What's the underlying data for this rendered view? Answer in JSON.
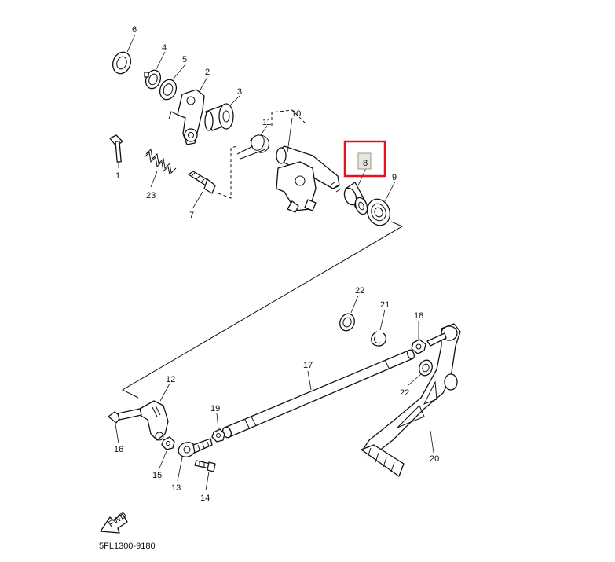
{
  "diagram": {
    "code": "5FL1300-9180",
    "fwd_label": "FWD",
    "highlight_color": "#e0141e",
    "selected_part": "8",
    "parts": [
      {
        "id": "p1",
        "label": "1"
      },
      {
        "id": "p2",
        "label": "2"
      },
      {
        "id": "p3",
        "label": "3"
      },
      {
        "id": "p4",
        "label": "4"
      },
      {
        "id": "p5",
        "label": "5"
      },
      {
        "id": "p6",
        "label": "6"
      },
      {
        "id": "p7",
        "label": "7"
      },
      {
        "id": "p8",
        "label": "8"
      },
      {
        "id": "p9",
        "label": "9"
      },
      {
        "id": "p10",
        "label": "10"
      },
      {
        "id": "p11",
        "label": "11"
      },
      {
        "id": "p12",
        "label": "12"
      },
      {
        "id": "p13",
        "label": "13"
      },
      {
        "id": "p14",
        "label": "14"
      },
      {
        "id": "p15",
        "label": "15"
      },
      {
        "id": "p16",
        "label": "16"
      },
      {
        "id": "p17",
        "label": "17"
      },
      {
        "id": "p18",
        "label": "18"
      },
      {
        "id": "p19",
        "label": "19"
      },
      {
        "id": "p20",
        "label": "20"
      },
      {
        "id": "p21",
        "label": "21"
      },
      {
        "id": "p22a",
        "label": "22"
      },
      {
        "id": "p22b",
        "label": "22"
      },
      {
        "id": "p23",
        "label": "23"
      }
    ]
  }
}
